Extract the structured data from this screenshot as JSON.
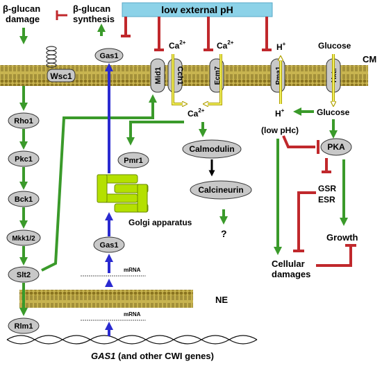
{
  "title_banner": "low external pH",
  "top_left": {
    "damage_line1": "β-glucan",
    "damage_line2": "damage",
    "synthesis_line1": "β-glucan",
    "synthesis_line2": "synthesis"
  },
  "membranes": {
    "cm": "CM",
    "ne": "NE"
  },
  "proteins": {
    "wsc1": "Wsc1",
    "gas1_top": "Gas1",
    "mid1": "Mid1",
    "cch1": "Cch1",
    "ecm7": "Ecm7",
    "pma1": "Pma1",
    "hxt": "Hxtₙ",
    "rho1": "Rho1",
    "pkc1": "Pkc1",
    "bck1": "Bck1",
    "mkk": "Mkk1/2",
    "slt2": "Slt2",
    "rlm1": "Rlm1",
    "pmr1": "Pmr1",
    "gas1_mid": "Gas1",
    "calmodulin": "Calmodulin",
    "calcineurin": "Calcineurin",
    "pka": "PKA"
  },
  "ions": {
    "ca_ext1": "Ca",
    "ca_ext2": "Ca",
    "ca_int": "Ca",
    "charge_ca": "2+",
    "h_ext": "H",
    "h_int": "H",
    "charge_h": "+"
  },
  "labels": {
    "glucose_ext": "Glucose",
    "glucose_int": "Glucose",
    "low_phc": "(low pHc)",
    "golgi": "Golgi apparatus",
    "question": "?",
    "gsr": "GSR",
    "esr": "ESR",
    "growth": "Growth",
    "cellular_line1": "Cellular",
    "cellular_line2": "damages",
    "mrna_top": "mRNA",
    "mrna_bottom": "mRNA",
    "gene_name": "GAS1",
    "gene_rest": " (and other CWI genes)"
  },
  "colors": {
    "activation": "#3a9a2a",
    "inhibition": "#c0282c",
    "biosynthesis": "#2a2ad0",
    "membrane": "#c8b450",
    "banner": "#8cd2e8",
    "protein_fill": "#c8c8c8",
    "golgi": "#b4e000",
    "ion_flow": "#e0e040"
  }
}
